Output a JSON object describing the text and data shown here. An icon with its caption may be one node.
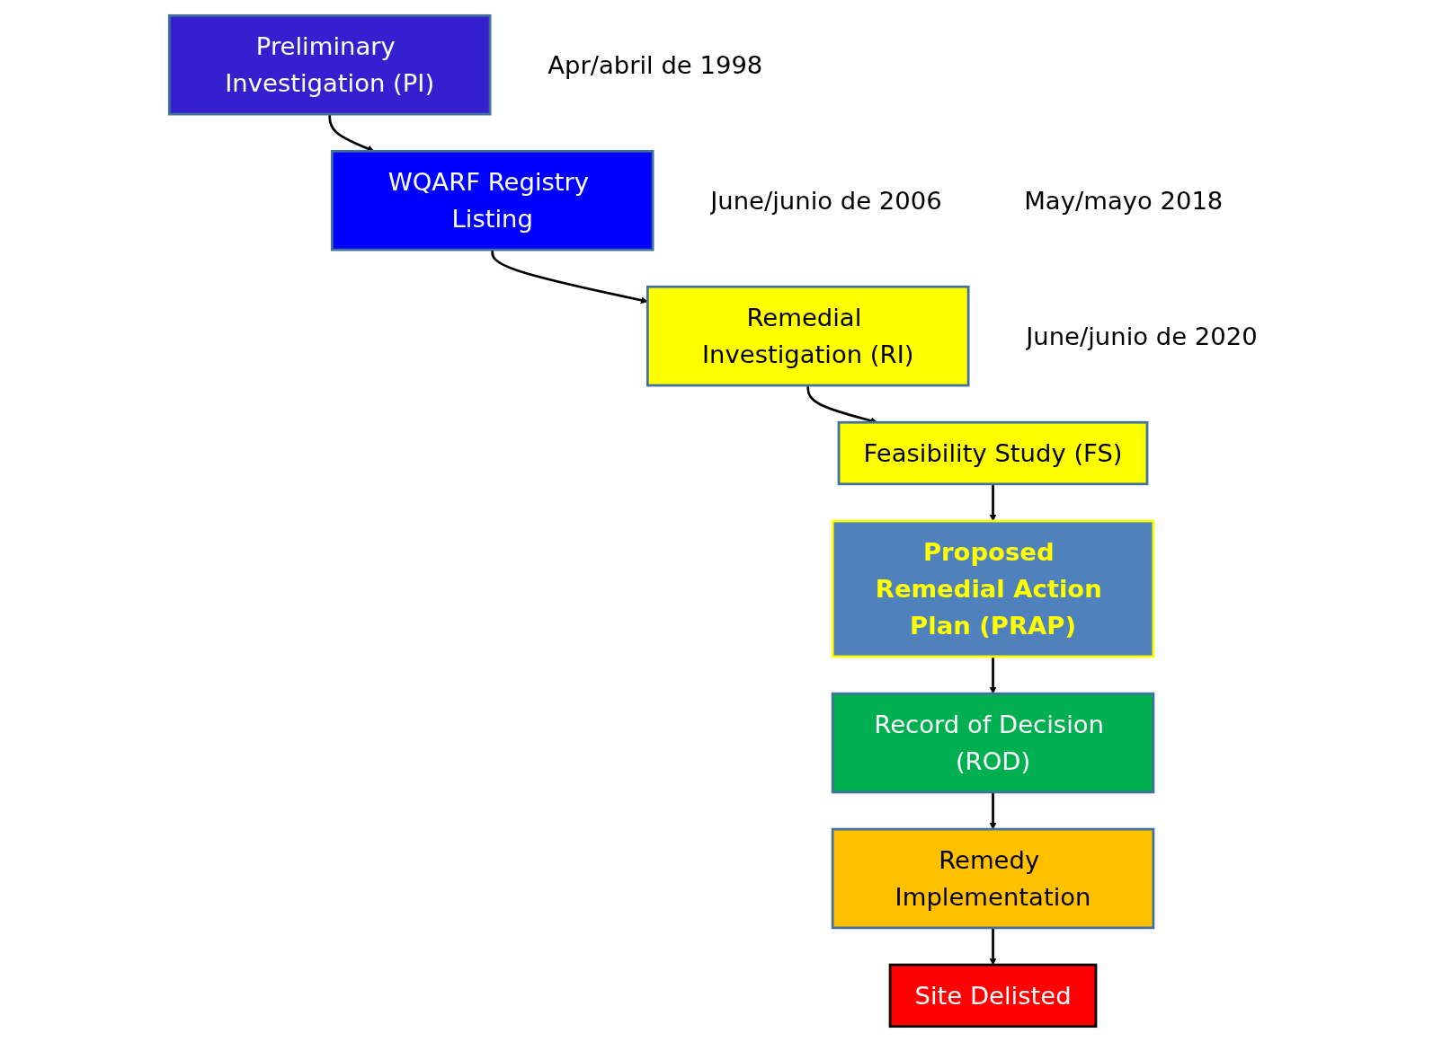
{
  "diagram": {
    "nodes": [
      {
        "text": [
          "Preliminary Investigation (PI)"
        ]
      },
      {
        "text": [
          "WQARF Registry Listing"
        ],
        "beside": [
          "Apr/abril de 1998"
        ]
      },
      {
        "text": [
          "Remedial Investigation (RI)"
        ],
        "beside": [
          "June/junio de 2006",
          "May/mayo 2018"
        ]
      },
      {
        "text": [
          "Feasibility Study (FS)"
        ],
        "beside": [
          "June/junio de 2020"
        ]
      },
      {
        "text": [
          "Proposed Remedial Action Plan (PRAP)"
        ]
      },
      {
        "text": [
          "Record of Decision (ROD)"
        ]
      },
      {
        "text": [
          "Remedy Implementation"
        ]
      },
      {
        "text": [
          "Site Delisted"
        ]
      }
    ],
    "edges": [
      {
        "from": 0,
        "to": 1,
        "arrow": "to"
      },
      {
        "from": 1,
        "to": 2,
        "arrow": "to"
      },
      {
        "from": 2,
        "to": 3,
        "arrow": "to"
      },
      {
        "from": 3,
        "to": 4,
        "arrow": "to"
      },
      {
        "from": 4,
        "to": 5,
        "arrow": "to"
      },
      {
        "from": 5,
        "to": 6,
        "arrow": "to"
      },
      {
        "from": 6,
        "to": 7,
        "arrow": "to"
      }
    ]
  }
}
